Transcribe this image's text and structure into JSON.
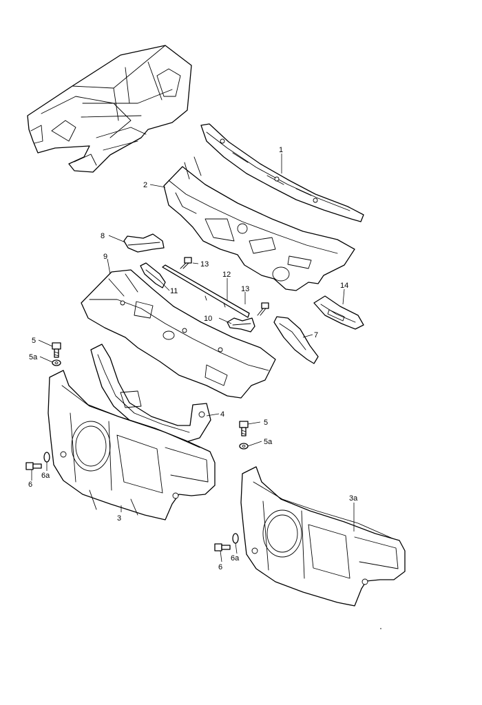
{
  "callouts": {
    "c1": "1",
    "c2": "2",
    "c3": "3",
    "c3a": "3a",
    "c4": "4",
    "c5_left": "5",
    "c5a_left": "5a",
    "c6_left": "6",
    "c6a_left": "6a",
    "c5_right": "5",
    "c5a_right": "5a",
    "c6_right": "6",
    "c6a_right": "6a",
    "c7": "7",
    "c8": "8",
    "c9": "9",
    "c10": "10",
    "c11": "11",
    "c12": "12",
    "c13_top": "13",
    "c13_mid": "13",
    "c14": "14"
  }
}
